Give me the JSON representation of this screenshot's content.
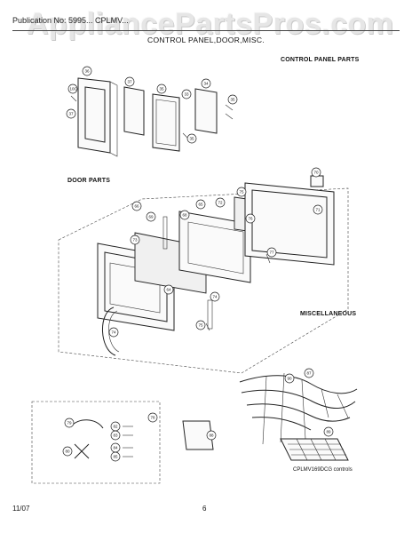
{
  "header": {
    "watermark": "AppliancePartsPros.com",
    "publication_line": "Publication No: 5995... CPLMV...",
    "page_title": "CONTROL PANEL,DOOR,MISC."
  },
  "sections": {
    "control_panel": "CONTROL PANEL PARTS",
    "door": "DOOR PARTS",
    "misc": "MISCELLANEOUS"
  },
  "model_caption": "CPLMV169DCG controls",
  "footer": {
    "date": "11/07",
    "page_number": "6"
  },
  "callouts": {
    "control_panel": [
      "36",
      "37",
      "10C",
      "37",
      "35",
      "33",
      "34",
      "35",
      "35"
    ],
    "door": [
      "66",
      "65",
      "68",
      "69",
      "72",
      "75",
      "70",
      "71",
      "73",
      "76",
      "77",
      "64",
      "74",
      "75"
    ],
    "misc": [
      "79",
      "78",
      "82",
      "83",
      "84",
      "85",
      "80",
      "88",
      "87",
      "90",
      "89"
    ]
  }
}
